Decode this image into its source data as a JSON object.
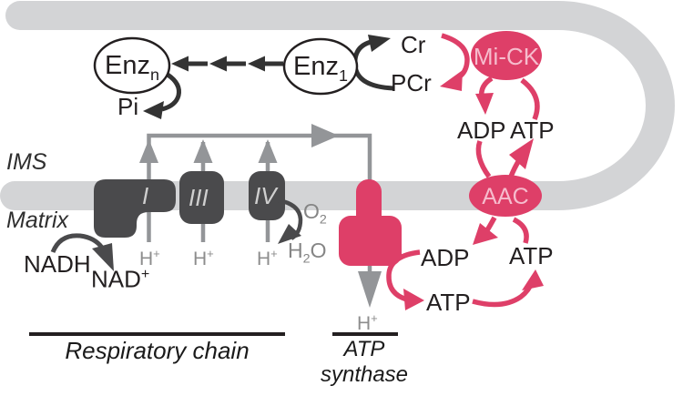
{
  "membrane": {
    "ims": "IMS",
    "matrix": "Matrix"
  },
  "enzymes": {
    "enz_n_base": "Enz",
    "enz_n_sub": "n",
    "enz_1_base": "Enz",
    "enz_1_sub": "1",
    "mick": "Mi-CK",
    "aac": "AAC",
    "complex_i": "I",
    "complex_iii": "III",
    "complex_iv": "IV"
  },
  "molecules": {
    "pi": "Pi",
    "cr": "Cr",
    "pcr": "PCr",
    "adp": "ADP",
    "atp": "ATP",
    "nadh": "NADH",
    "nad_base": "NAD",
    "nad_sup": "+",
    "h_base": "H",
    "h_sup": "+",
    "o2_base": "O",
    "o2_sub": "2",
    "h2o_p1": "H",
    "h2o_sub": "2",
    "h2o_p2": "O"
  },
  "captions": {
    "respiratory_chain": "Respiratory chain",
    "atp_synthase_line1": "ATP",
    "atp_synthase_line2": "synthase"
  },
  "colors": {
    "membrane_gray": "#d3d4d6",
    "complex_dark": "#4a4a4c",
    "accent_pink": "#de3f68",
    "pink_label_light": "#f6bccd",
    "proton_arrow_gray": "#939598",
    "text_dark": "#231f20",
    "text_gray": "#8d8d8d"
  }
}
